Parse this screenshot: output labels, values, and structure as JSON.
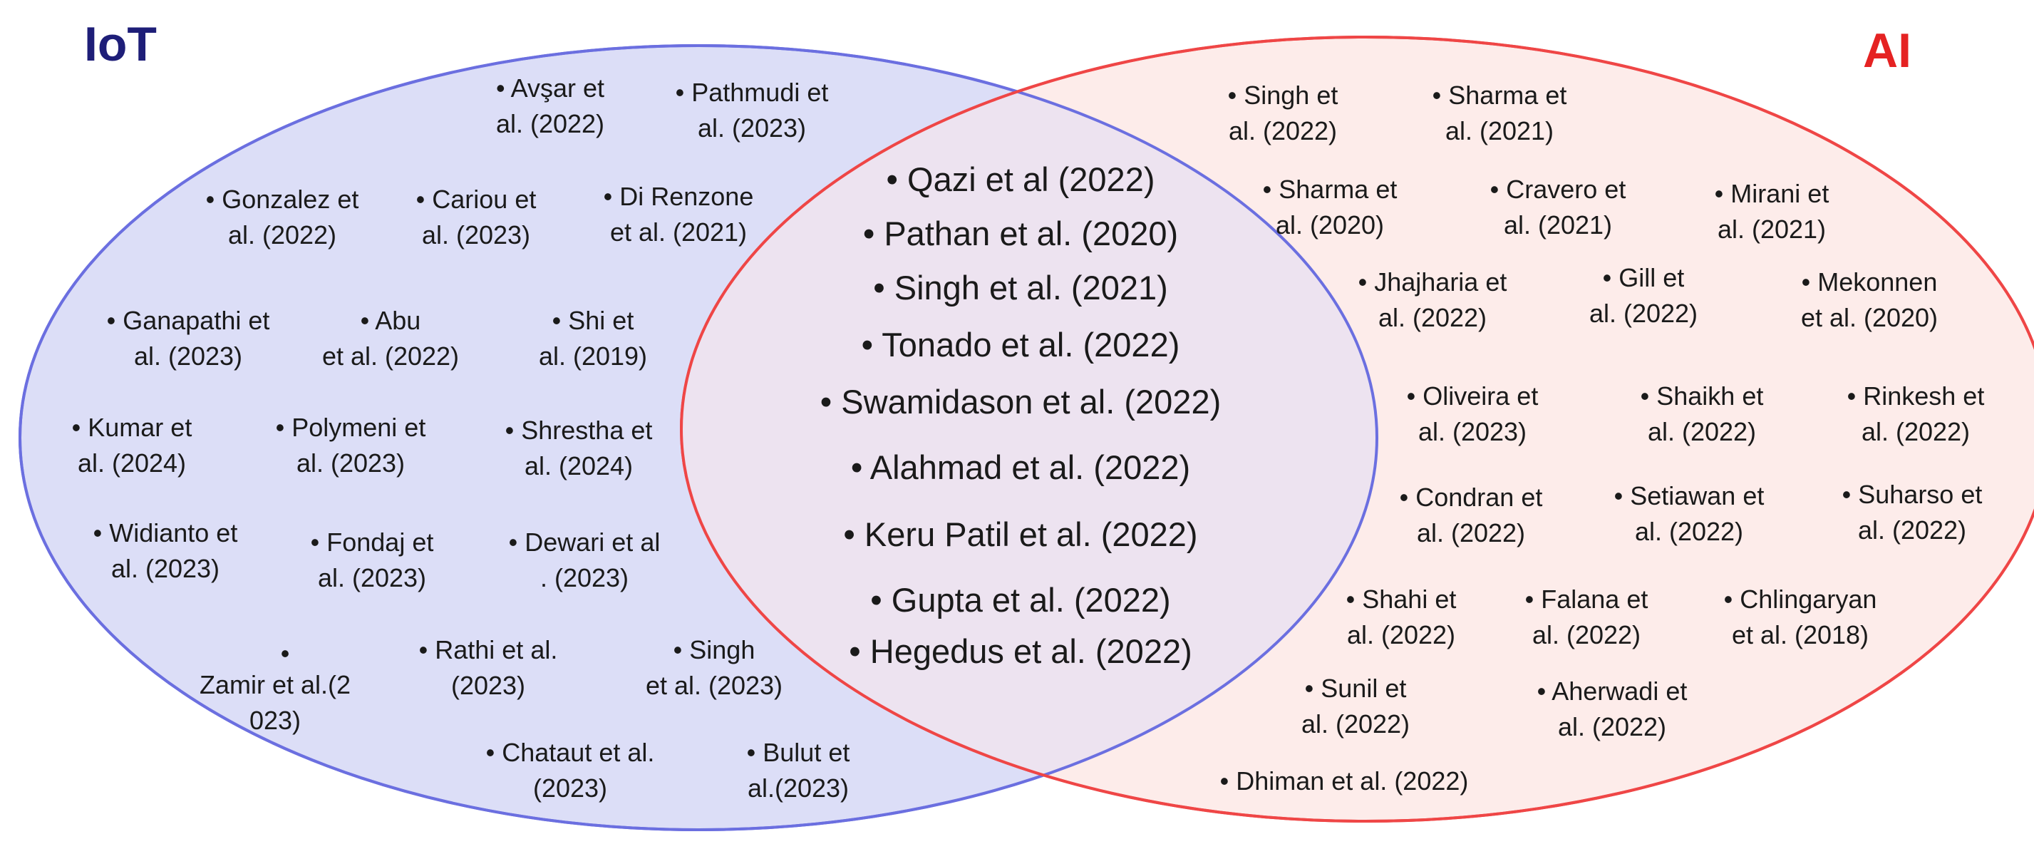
{
  "sets": {
    "iot": {
      "label": "IoT",
      "color": "#1e1e78"
    },
    "ai": {
      "label": "AI",
      "color": "#e52222"
    }
  },
  "colors": {
    "iot_fill": "#dcdef7",
    "iot_stroke": "#6b6fe0",
    "ai_fill": "#fdecea",
    "ai_stroke": "#ef4646",
    "overlap_fill": "#ede3f0",
    "text": "#1a1a1a"
  },
  "iot_only": [
    [
      "• Avşar et",
      "al. (2022)"
    ],
    [
      "• Pathmudi et",
      "al. (2023)"
    ],
    [
      "• Gonzalez et",
      "al. (2022)"
    ],
    [
      "• Cariou et",
      "al. (2023)"
    ],
    [
      "• Di Renzone",
      "et al. (2021)"
    ],
    [
      "• Ganapathi et",
      "al. (2023)"
    ],
    [
      "• Abu",
      "et al. (2022)"
    ],
    [
      "• Shi et",
      "al. (2019)"
    ],
    [
      "• Kumar et",
      "al. (2024)"
    ],
    [
      "• Polymeni et",
      "al. (2023)"
    ],
    [
      "• Shrestha et",
      "al. (2024)"
    ],
    [
      "• Widianto et",
      "al. (2023)"
    ],
    [
      "• Fondaj et",
      "al. (2023)"
    ],
    [
      "• Dewari et al",
      ". (2023)"
    ],
    [
      "•",
      "Zamir et al.(2",
      "023)"
    ],
    [
      "• Rathi et al.",
      "(2023)"
    ],
    [
      "• Singh",
      "et al. (2023)"
    ],
    [
      "• Chataut et al.",
      "(2023)"
    ],
    [
      "• Bulut et",
      "al.(2023)"
    ]
  ],
  "both": [
    "• Qazi et al (2022)",
    "• Pathan et al. (2020)",
    "• Singh et al. (2021)",
    "• Tonado et al. (2022)",
    "• Swamidason et al. (2022)",
    "• Alahmad et al. (2022)",
    "• Keru Patil et al. (2022)",
    "• Gupta et al. (2022)",
    "• Hegedus et al. (2022)"
  ],
  "ai_only": [
    [
      "• Singh et",
      "al. (2022)"
    ],
    [
      "• Sharma et",
      "al. (2021)"
    ],
    [
      "• Sharma et",
      "al. (2020)"
    ],
    [
      "• Cravero et",
      "al. (2021)"
    ],
    [
      "• Mirani et",
      "al. (2021)"
    ],
    [
      "• Jhajharia et",
      "al. (2022)"
    ],
    [
      "• Gill et",
      "al. (2022)"
    ],
    [
      "• Mekonnen",
      "et al. (2020)"
    ],
    [
      "• Oliveira et",
      "al. (2023)"
    ],
    [
      "• Shaikh et",
      "al. (2022)"
    ],
    [
      "• Rinkesh et",
      "al. (2022)"
    ],
    [
      "• Condran et",
      "al. (2022)"
    ],
    [
      "• Setiawan et",
      "al. (2022)"
    ],
    [
      "• Suharso et",
      "al. (2022)"
    ],
    [
      "• Shahi et",
      "al. (2022)"
    ],
    [
      "• Falana et",
      "al. (2022)"
    ],
    [
      "• Chlingaryan",
      "et al. (2018)"
    ],
    [
      "• Sunil et",
      "al. (2022)"
    ],
    [
      "• Aherwadi et",
      "al. (2022)"
    ],
    [
      "• Dhiman et al. (2022)"
    ]
  ]
}
